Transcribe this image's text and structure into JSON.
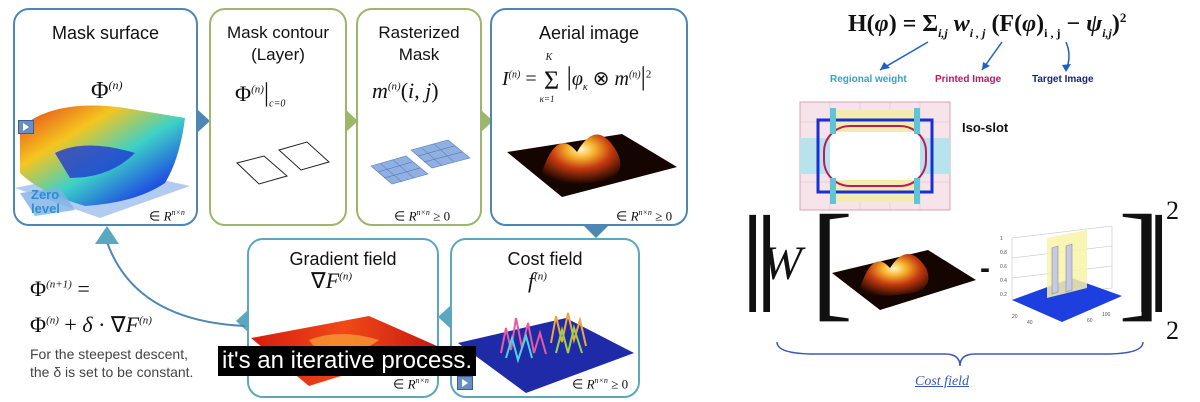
{
  "left_panel": {
    "mask_surface": {
      "title": "Mask surface",
      "formula": "Φ(n)",
      "zero_level": "Zero level",
      "domain": "∈ R n×n"
    },
    "mask_contour": {
      "title": "Mask contour (Layer)",
      "formula": "Φ(n)|c=0"
    },
    "rasterized_mask": {
      "title": "Rasterized Mask",
      "formula": "m(n)(i, j)",
      "domain": "∈ R n×n ≥ 0"
    },
    "aerial_image": {
      "title": "Aerial image",
      "formula": "I(n) = Σκ=1..K |φκ ⊗ m(n)|²",
      "domain": "∈ R n×n ≥ 0"
    },
    "gradient_field": {
      "title": "Gradient field",
      "formula": "∇F(n)",
      "domain": "∈ R n×n"
    },
    "cost_field": {
      "title": "Cost field",
      "formula": "f(n)",
      "domain": "∈ R n×n ≥ 0"
    },
    "update": {
      "line1": "Φ(n+1) =",
      "line2": "Φ(n) + δ · ∇F(n)",
      "note1": "For the steepest descent,",
      "note2": "the δ is set to be constant."
    }
  },
  "subtitle": "it's an iterative process.",
  "right_panel": {
    "equation": "H(φ) = Σi,j wi,j (F(φ)i,j − ψi,j)²",
    "regional_weight": "Regional weight",
    "printed_image": "Printed Image",
    "target_image": "Target Image",
    "iso_slot": "Iso-slot",
    "norm_W": "W",
    "minus": "-",
    "exp2": "2",
    "sub2": "2",
    "cost_field_label": "Cost field"
  },
  "colors": {
    "blue_frame": "#4e86b4",
    "green_frame": "#9db66a",
    "teal_frame": "#5ba7bf",
    "regional_weight": "#3aa0c8",
    "printed_image": "#c2185b",
    "target_image": "#1a237e"
  }
}
